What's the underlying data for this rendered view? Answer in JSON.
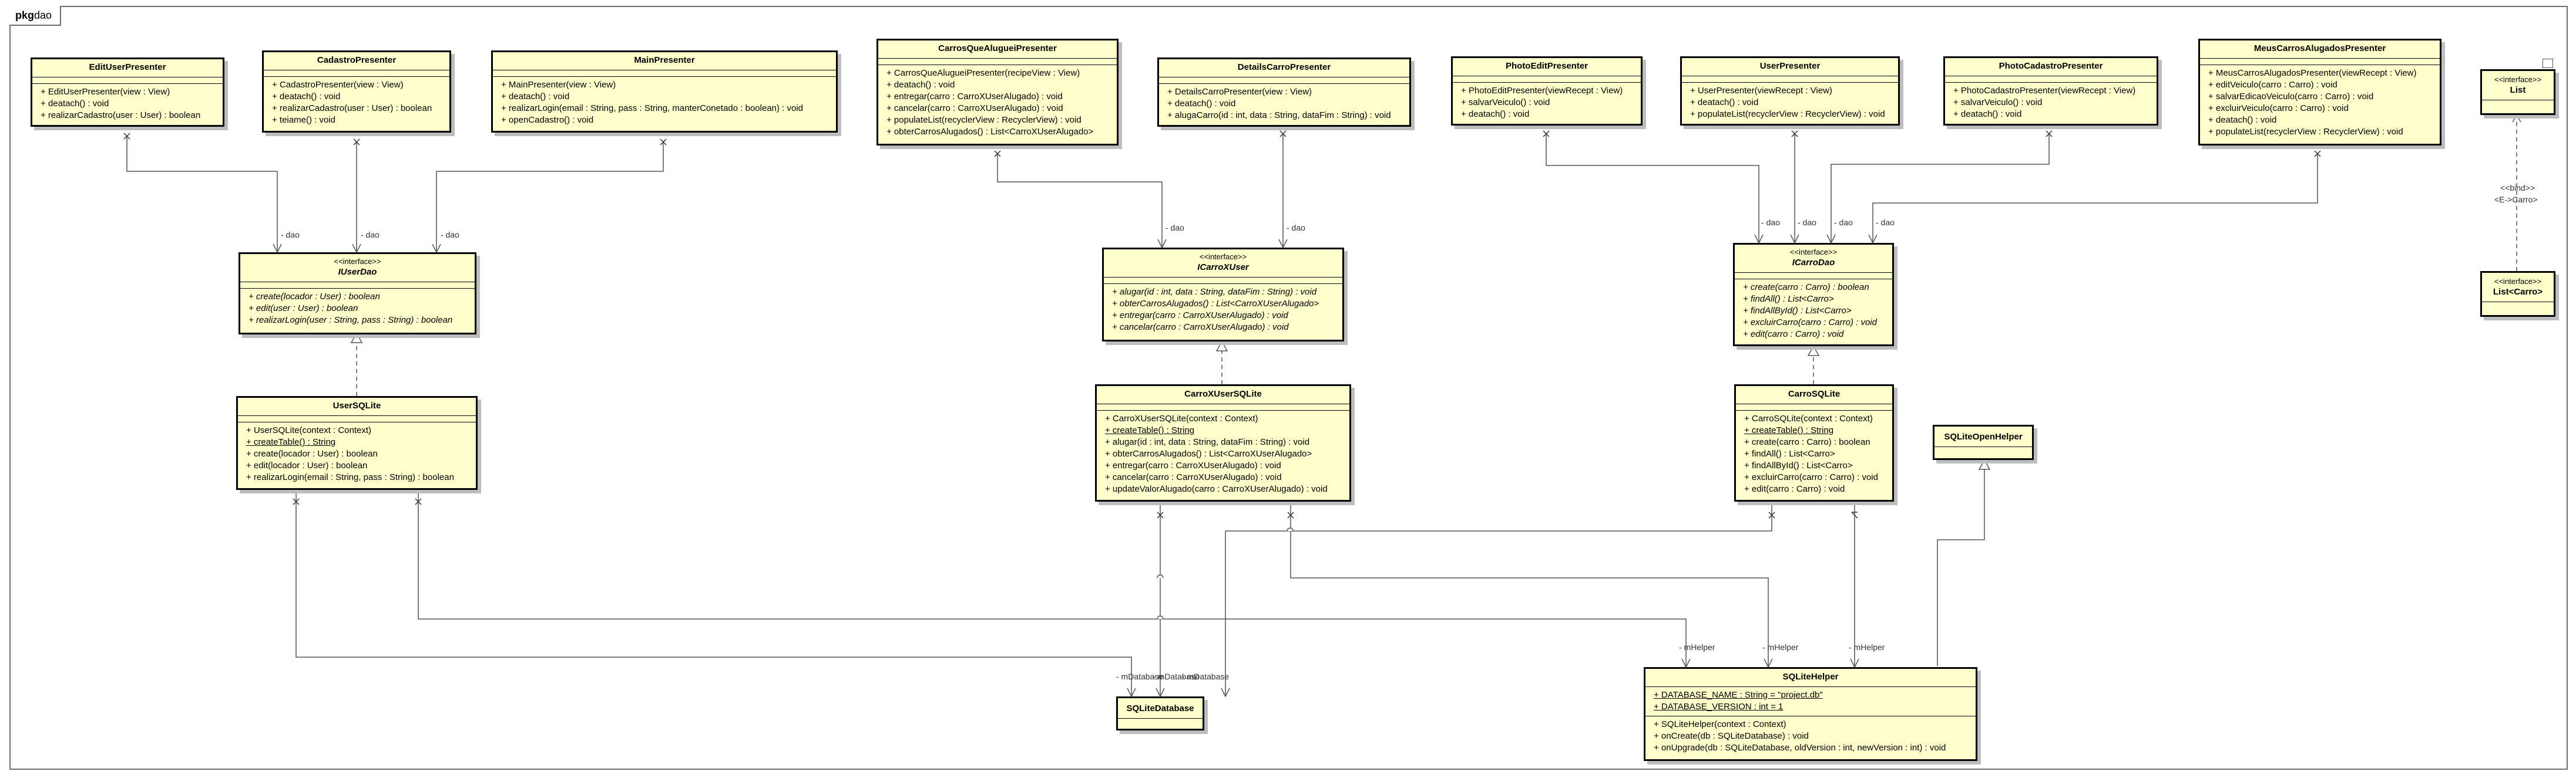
{
  "package": {
    "keyword": "pkg",
    "name": "dao"
  },
  "classes": {
    "EditUserPresenter": {
      "name": "EditUserPresenter",
      "methods": [
        "+ EditUserPresenter(view : View)",
        "+ deatach() : void",
        "+ realizarCadastro(user : User) : boolean"
      ]
    },
    "CadastroPresenter": {
      "name": "CadastroPresenter",
      "methods": [
        "+ CadastroPresenter(view : View)",
        "+ deatach() : void",
        "+ realizarCadastro(user : User) : boolean",
        "+ teiame() : void"
      ]
    },
    "MainPresenter": {
      "name": "MainPresenter",
      "methods": [
        "+ MainPresenter(view : View)",
        "+ deatach() : void",
        "+ realizarLogin(email : String, pass : String, manterConetado : boolean) : void",
        "+ openCadastro() : void"
      ]
    },
    "IUserDao": {
      "stereotype": "<<interface>>",
      "name": "IUserDao",
      "methods": [
        "+ create(locador : User) : boolean",
        "+ edit(user : User) : boolean",
        "+ realizarLogin(user : String, pass : String) : boolean"
      ]
    },
    "UserSQLite": {
      "name": "UserSQLite",
      "methods": [
        "+ UserSQLite(context : Context)",
        "+ createTable() : String",
        "+ create(locador : User) : boolean",
        "+ edit(locador : User) : boolean",
        "+ realizarLogin(email : String, pass : String) : boolean"
      ]
    },
    "CarrosQueAlugueiPresenter": {
      "name": "CarrosQueAlugueiPresenter",
      "methods": [
        "+ CarrosQueAlugueiPresenter(recipeView : View)",
        "+ deatach() : void",
        "+ entregar(carro : CarroXUserAlugado) : void",
        "+ cancelar(carro : CarroXUserAlugado) : void",
        "+ populateList(recyclerView : RecyclerView) : void",
        "+ obterCarrosAlugados() : List<CarroXUserAlugado>"
      ]
    },
    "DetailsCarroPresenter": {
      "name": "DetailsCarroPresenter",
      "methods": [
        "+ DetailsCarroPresenter(view : View)",
        "+ deatach() : void",
        "+ alugaCarro(id : int, data : String, dataFim : String) : void"
      ]
    },
    "ICarroXUser": {
      "stereotype": "<<interface>>",
      "name": "ICarroXUser",
      "methods": [
        "+ alugar(id : int, data : String, dataFim : String) : void",
        "+ obterCarrosAlugados() : List<CarroXUserAlugado>",
        "+ entregar(carro : CarroXUserAlugado) : void",
        "+ cancelar(carro : CarroXUserAlugado) : void"
      ]
    },
    "CarroXUserSQLite": {
      "name": "CarroXUserSQLite",
      "methods": [
        "+ CarroXUserSQLite(context : Context)",
        "+ createTable() : String",
        "+ alugar(id : int, data : String, dataFim : String) : void",
        "+ obterCarrosAlugados() : List<CarroXUserAlugado>",
        "+ entregar(carro : CarroXUserAlugado) : void",
        "+ cancelar(carro : CarroXUserAlugado) : void",
        "+ updateValorAlugado(carro : CarroXUserAlugado) : void"
      ]
    },
    "PhotoEditPresenter": {
      "name": "PhotoEditPresenter",
      "methods": [
        "+ PhotoEditPresenter(viewRecept : View)",
        "+ salvarVeiculo() : void",
        "+ deatach() : void"
      ]
    },
    "UserPresenter": {
      "name": "UserPresenter",
      "methods": [
        "+ UserPresenter(viewRecept : View)",
        "+ deatach() : void",
        "+ populateList(recyclerView : RecyclerView) : void"
      ]
    },
    "PhotoCadastroPresenter": {
      "name": "PhotoCadastroPresenter",
      "methods": [
        "+ PhotoCadastroPresenter(viewRecept : View)",
        "+ salvarVeiculo() : void",
        "+ deatach() : void"
      ]
    },
    "MeusCarrosAlugadosPresenter": {
      "name": "MeusCarrosAlugadosPresenter",
      "methods": [
        "+ MeusCarrosAlugadosPresenter(viewRecept : View)",
        "+ editVeiculo(carro : Carro) : void",
        "+ salvarEdicaoVeiculo(carro : Carro) : void",
        "+ excluirVeiculo(carro : Carro) : void",
        "+ deatach() : void",
        "+ populateList(recyclerView : RecyclerView) : void"
      ]
    },
    "ICarroDao": {
      "stereotype": "<<interface>>",
      "name": "ICarroDao",
      "methods": [
        "+ create(carro : Carro) : boolean",
        "+ findAll() : List<Carro>",
        "+ findAllById() : List<Carro>",
        "+ excluirCarro(carro : Carro) : void",
        "+ edit(carro : Carro) : void"
      ]
    },
    "CarroSQLite": {
      "name": "CarroSQLite",
      "methods": [
        "+ CarroSQLite(context : Context)",
        "+ createTable() : String",
        "+ create(carro : Carro) : boolean",
        "+ findAll() : List<Carro>",
        "+ findAllById() : List<Carro>",
        "+ excluirCarro(carro : Carro) : void",
        "+ edit(carro : Carro) : void"
      ]
    },
    "SQLiteOpenHelper": {
      "name": "SQLiteOpenHelper"
    },
    "SQLiteHelper": {
      "name": "SQLiteHelper",
      "attributes": [
        "+ DATABASE_NAME : String = \"project.db\"",
        "+ DATABASE_VERSION : int = 1"
      ],
      "methods": [
        "+ SQLiteHelper(context : Context)",
        "+ onCreate(db : SQLiteDatabase) : void",
        "+ onUpgrade(db : SQLiteDatabase, oldVersion : int, newVersion : int) : void"
      ]
    },
    "SQLiteDatabase": {
      "name": "SQLiteDatabase"
    },
    "List": {
      "stereotype": "<<interface>>",
      "name": "List"
    },
    "ListCarro": {
      "stereotype": "<<interface>>",
      "name": "List<Carro>"
    }
  },
  "edge_labels": {
    "dao": "- dao",
    "mHelper": "- mHelper",
    "mDatabase": "- mDatabase",
    "bind": "<<bind>>",
    "bind_param": "<E->Carro>"
  },
  "colors": {
    "class_fill": "#ffffcc",
    "border": "#000000",
    "line": "#555555",
    "frame": "#6e6e6e"
  }
}
